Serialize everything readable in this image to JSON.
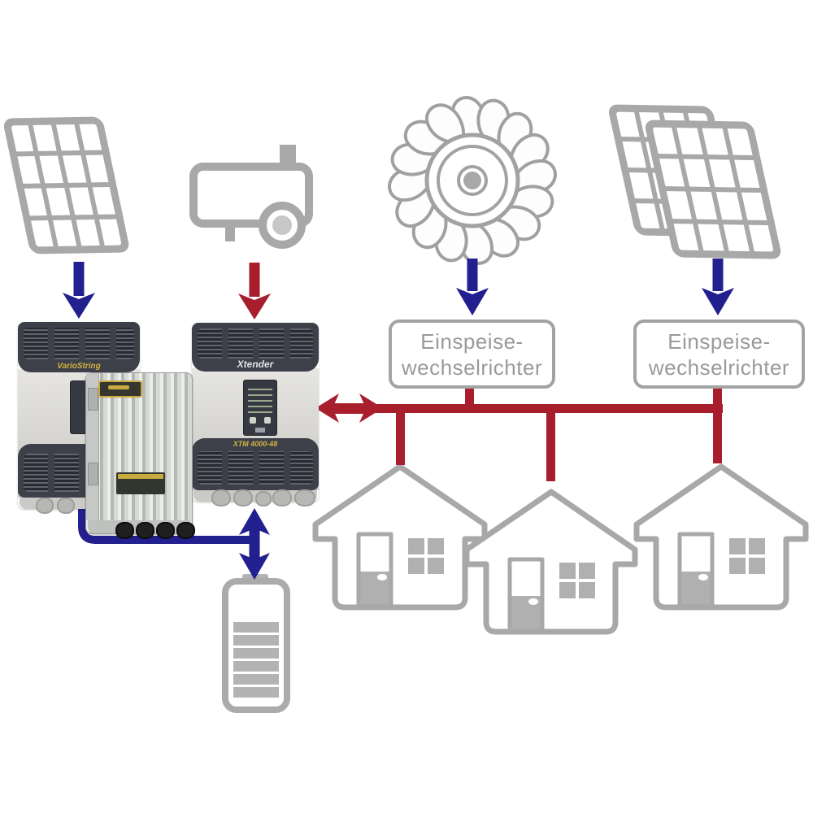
{
  "diagram": {
    "description": "Hybrid off-grid energy system diagram",
    "colors": {
      "dc_blue": "#221f8e",
      "ac_red": "#a91e2c",
      "icon_gray": "#a8a8a8",
      "label_gray": "#989a9c"
    },
    "sources": {
      "solar_left_icon": "solar-panel",
      "generator_icon": "generator",
      "turbine_icon": "pelton-turbine-wheel",
      "solar_right_icon": "solar-panel-array"
    },
    "feed_inverters": [
      {
        "label_line1": "Einspeise-",
        "label_line2": "wechselrichter"
      },
      {
        "label_line1": "Einspeise-",
        "label_line2": "wechselrichter"
      }
    ],
    "devices": {
      "solar_inverter": {
        "label": "VarioString"
      },
      "inverter_charger": {
        "label": "Xtender",
        "model": "XTM 4000-48"
      }
    },
    "loads": {
      "houses_count": 3
    },
    "storage": {
      "battery_bars": 6
    },
    "arrows": [
      {
        "name": "solar-to-variostring",
        "color": "blue",
        "direction": "down"
      },
      {
        "name": "generator-to-xtender",
        "color": "red",
        "direction": "down"
      },
      {
        "name": "turbine-to-feed-inverter-1",
        "color": "blue",
        "direction": "down"
      },
      {
        "name": "solar-to-feed-inverter-2",
        "color": "blue",
        "direction": "down"
      },
      {
        "name": "xtender-ac-bus",
        "color": "red",
        "direction": "both"
      },
      {
        "name": "xtender-battery",
        "color": "blue",
        "direction": "both"
      }
    ]
  }
}
